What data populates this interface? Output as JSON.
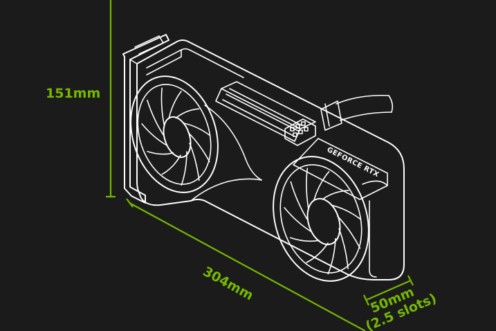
{
  "figure": {
    "background_color": "#1b1b1b",
    "accent_color": "#76b900",
    "line_color": "#ffffff"
  },
  "dimensions": {
    "height_label": "151mm",
    "length_label": "304mm",
    "width_label": "50mm",
    "slots_label": "(2.5 slots)"
  },
  "card": {
    "brand_text": "GEFORCE RTX",
    "fan_count": 2,
    "fan_blade_count": 11,
    "power_connector": "12-pin"
  }
}
